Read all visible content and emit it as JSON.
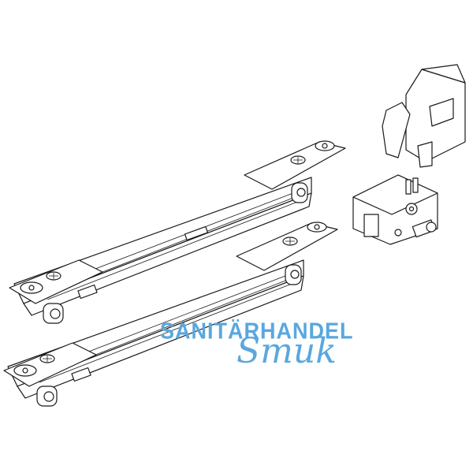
{
  "image": {
    "description": "Technical line drawing of a sliding door damper/soft-close fitting set",
    "parts": [
      {
        "name": "upper-running-gear",
        "label": ""
      },
      {
        "name": "lower-running-gear",
        "label": ""
      },
      {
        "name": "activator-clip",
        "label": ""
      },
      {
        "name": "stopper-block",
        "label": ""
      }
    ]
  },
  "watermark": {
    "line1": "SANITÄRHANDEL",
    "line2": "Smuk",
    "color": "#5aa7de"
  },
  "colors": {
    "background": "#ffffff",
    "line": "#1a1a1a"
  }
}
